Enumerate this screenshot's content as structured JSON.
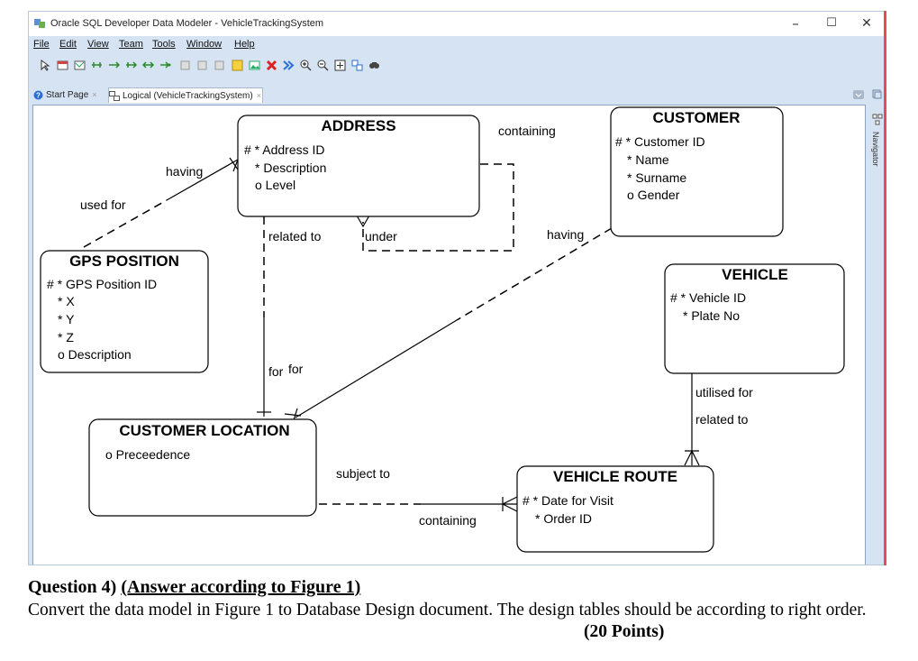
{
  "window": {
    "title": "Oracle SQL Developer Data Modeler - VehicleTrackingSystem",
    "minimize": "–",
    "maximize": "☐",
    "close": "✕"
  },
  "menu": [
    "File",
    "Edit",
    "View",
    "Team",
    "Tools",
    "Window",
    "Help"
  ],
  "tabs": {
    "start": "Start Page",
    "logical": "Logical (VehicleTrackingSystem)",
    "close": "×"
  },
  "navigator": "Navigator",
  "entities": {
    "address": {
      "name": "ADDRESS",
      "attrs": [
        "# * Address ID",
        "* Description",
        "o Level"
      ]
    },
    "customer": {
      "name": "CUSTOMER",
      "attrs": [
        "# * Customer ID",
        "* Name",
        "* Surname",
        "o Gender"
      ]
    },
    "gps": {
      "name": "GPS POSITION",
      "attrs": [
        "# * GPS Position ID",
        "* X",
        "* Y",
        "* Z",
        "o Description"
      ]
    },
    "vehicle": {
      "name": "VEHICLE",
      "attrs": [
        "# * Vehicle ID",
        "* Plate No"
      ]
    },
    "custloc": {
      "name": "CUSTOMER LOCATION",
      "attrs": [
        "o Preceedence"
      ]
    },
    "route": {
      "name": "VEHICLE ROUTE",
      "attrs": [
        "# * Date for Visit",
        "* Order ID"
      ]
    }
  },
  "relations": {
    "having1": "having",
    "used_for": "used for",
    "containing1": "containing",
    "related_to1": "related to",
    "under": "under",
    "having2": "having",
    "for1": "for",
    "for2": "for",
    "utilised_for": "utilised for",
    "related_to2": "related to",
    "subject_to": "subject to",
    "containing2": "containing"
  },
  "question": {
    "label": "Question 4)",
    "hint": "(Answer according to Figure 1)",
    "body": "Convert the data model in Figure 1 to Database Design document. The design tables should be according to right order.",
    "points": "(20 Points)"
  },
  "colors": {
    "chrome": "#d6e3f3",
    "canvas": "#ffffff",
    "accent": "#e05050"
  }
}
